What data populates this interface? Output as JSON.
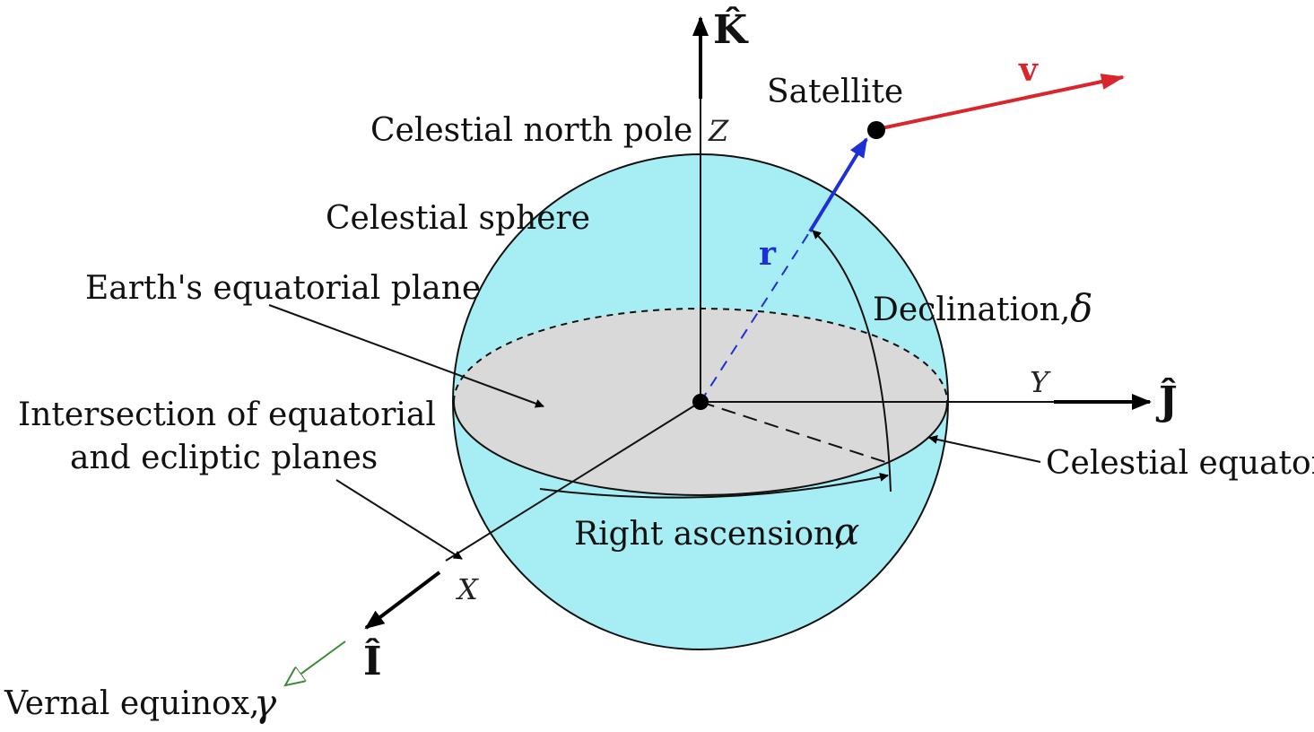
{
  "axes": {
    "k_hat": "K̂",
    "j_hat": "Ĵ",
    "i_hat": "Î",
    "z": "Z",
    "y": "Y",
    "x": "X"
  },
  "labels": {
    "satellite": "Satellite",
    "velocity": "v",
    "position": "r",
    "celestial_north_pole": "Celestial north pole",
    "celestial_sphere": "Celestial sphere",
    "equatorial_plane": "Earth's equatorial plane",
    "declination": "Declination,",
    "declination_symbol": "δ",
    "intersection_line1": "Intersection of equatorial",
    "intersection_line2": "and ecliptic planes",
    "celestial_equator": "Celestial equator",
    "right_ascension": "Right ascension,",
    "right_ascension_symbol": "α",
    "vernal_equinox": "Vernal equinox,",
    "vernal_equinox_symbol": "γ"
  },
  "colors": {
    "sphere_fill": "#a6eef4",
    "plane_fill": "#d9d9d9",
    "r_vector": "#1f2fd6",
    "v_vector": "#d8262c",
    "equinox_arrow": "#3b8a34"
  }
}
